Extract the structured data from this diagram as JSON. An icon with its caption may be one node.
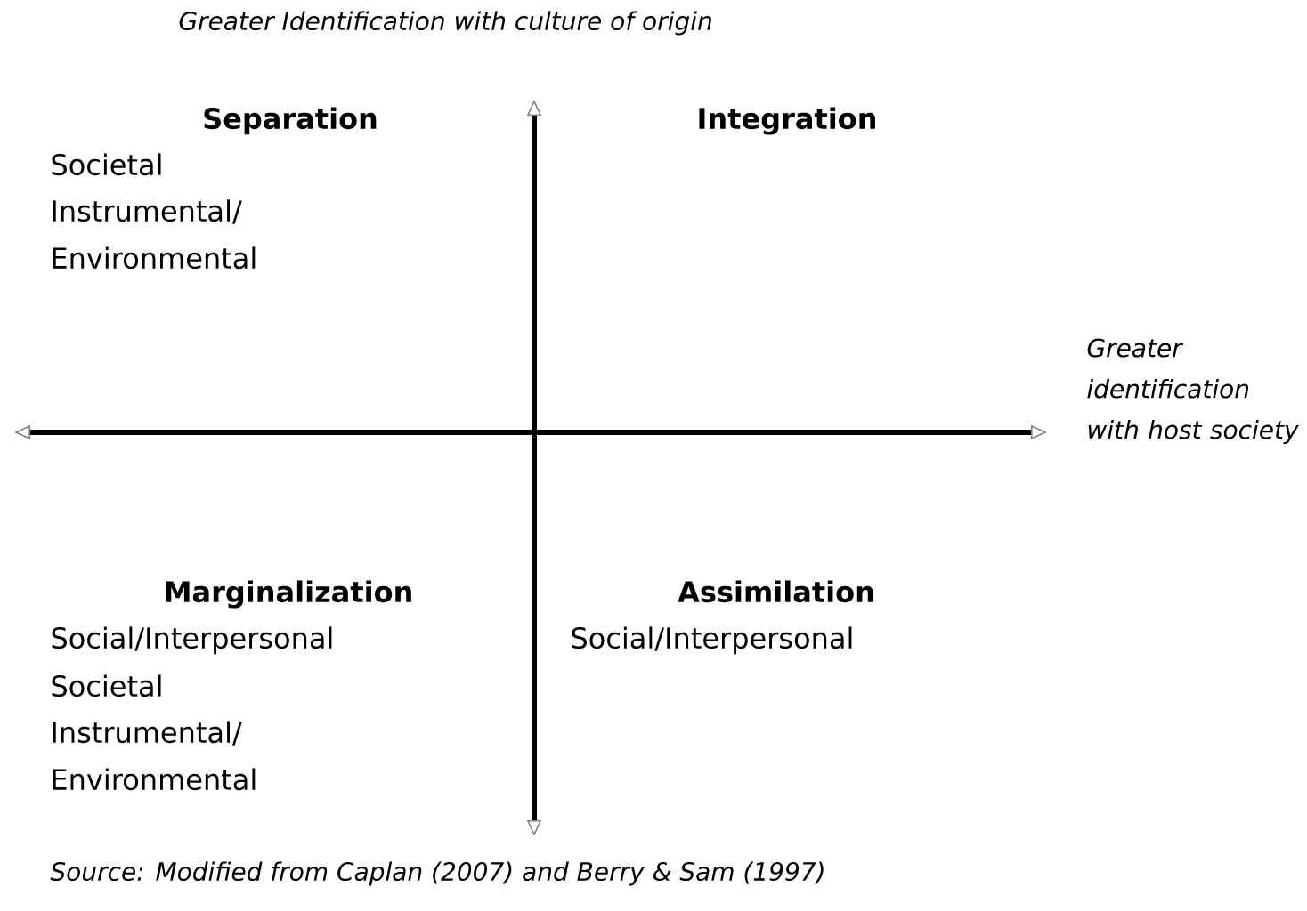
{
  "diagram": {
    "caption": "Source: Modified from Caplan (2007) and Berry & Sam (1997)",
    "labels": [
      "Greater Identification with culture of origin",
      "Separation",
      "Societal",
      "Instrumental/ Environmental",
      "Integration",
      "Greater identification with host society",
      "Marginalization",
      "Social/Interpersonal",
      "Societal",
      "Instrumental/ Environmental",
      "Assimilation",
      "Social/Interpersonal"
    ]
  }
}
